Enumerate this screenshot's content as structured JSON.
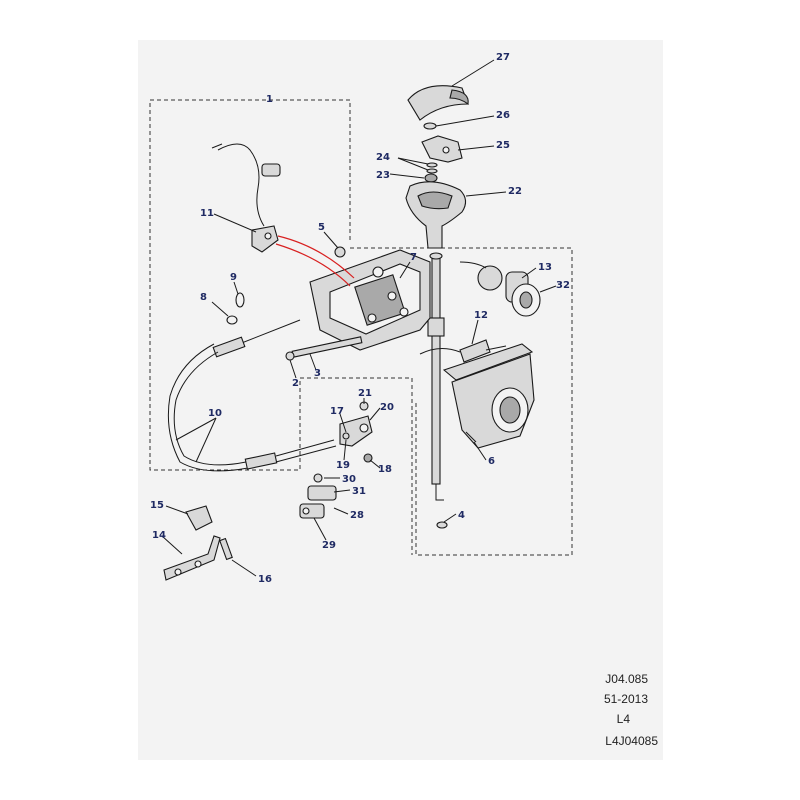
{
  "callouts": [
    {
      "id": "c27",
      "text": "27"
    },
    {
      "id": "c26",
      "text": "26"
    },
    {
      "id": "c25",
      "text": "25"
    },
    {
      "id": "c24",
      "text": "24"
    },
    {
      "id": "c23",
      "text": "23"
    },
    {
      "id": "c22",
      "text": "22"
    },
    {
      "id": "c1",
      "text": "1"
    },
    {
      "id": "c11",
      "text": "11"
    },
    {
      "id": "c5",
      "text": "5"
    },
    {
      "id": "c7",
      "text": "7"
    },
    {
      "id": "c13",
      "text": "13"
    },
    {
      "id": "c32",
      "text": "32"
    },
    {
      "id": "c9",
      "text": "9"
    },
    {
      "id": "c8",
      "text": "8"
    },
    {
      "id": "c12",
      "text": "12"
    },
    {
      "id": "c2",
      "text": "2"
    },
    {
      "id": "c3",
      "text": "3"
    },
    {
      "id": "c10",
      "text": "10"
    },
    {
      "id": "c21",
      "text": "21"
    },
    {
      "id": "c17",
      "text": "17"
    },
    {
      "id": "c20",
      "text": "20"
    },
    {
      "id": "c19",
      "text": "19"
    },
    {
      "id": "c18",
      "text": "18"
    },
    {
      "id": "c6",
      "text": "6"
    },
    {
      "id": "c30",
      "text": "30"
    },
    {
      "id": "c31",
      "text": "31"
    },
    {
      "id": "c28",
      "text": "28"
    },
    {
      "id": "c29",
      "text": "29"
    },
    {
      "id": "c4",
      "text": "4"
    },
    {
      "id": "c15",
      "text": "15"
    },
    {
      "id": "c14",
      "text": "14"
    },
    {
      "id": "c16",
      "text": "16"
    }
  ],
  "reference_block": {
    "figure": "J04.085",
    "page": "51-2013",
    "series": "L4",
    "code": "L4J04085"
  },
  "colors": {
    "sheet": "#f3f3f3",
    "callout_text": "#1f2a63",
    "harness_lead": "#d82020",
    "linework": "#1a1a1a"
  }
}
